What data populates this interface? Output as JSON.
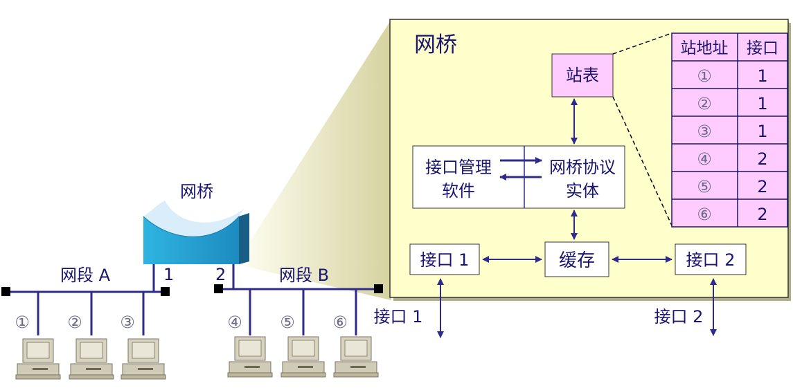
{
  "left": {
    "bridge_label": "网桥",
    "port1": "1",
    "port2": "2",
    "segment_a": "网段 A",
    "segment_b": "网段 B",
    "stations_a": [
      "①",
      "②",
      "③"
    ],
    "stations_b": [
      "④",
      "⑤",
      "⑥"
    ]
  },
  "detail": {
    "title": "网桥",
    "station_table_box": "站表",
    "mgmt_line1": "接口管理",
    "mgmt_line2": "软件",
    "protocol_line1": "网桥协议",
    "protocol_line2": "实体",
    "buffer": "缓存",
    "iface1": "接口 1",
    "iface2": "接口 2",
    "ext_iface1": "接口 1",
    "ext_iface2": "接口 2"
  },
  "station_table": {
    "headers": [
      "站地址",
      "接口"
    ],
    "rows": [
      [
        "①",
        "1"
      ],
      [
        "②",
        "1"
      ],
      [
        "③",
        "1"
      ],
      [
        "④",
        "2"
      ],
      [
        "⑤",
        "2"
      ],
      [
        "⑥",
        "2"
      ]
    ]
  },
  "colors": {
    "line": "#2e2b8a",
    "detail_bg": "#ffffcc",
    "table_bg": "#ffccff",
    "bridge_top": "#cfe8f7",
    "bridge_front": "#29a8d8",
    "callout": "#e8e6b8"
  }
}
